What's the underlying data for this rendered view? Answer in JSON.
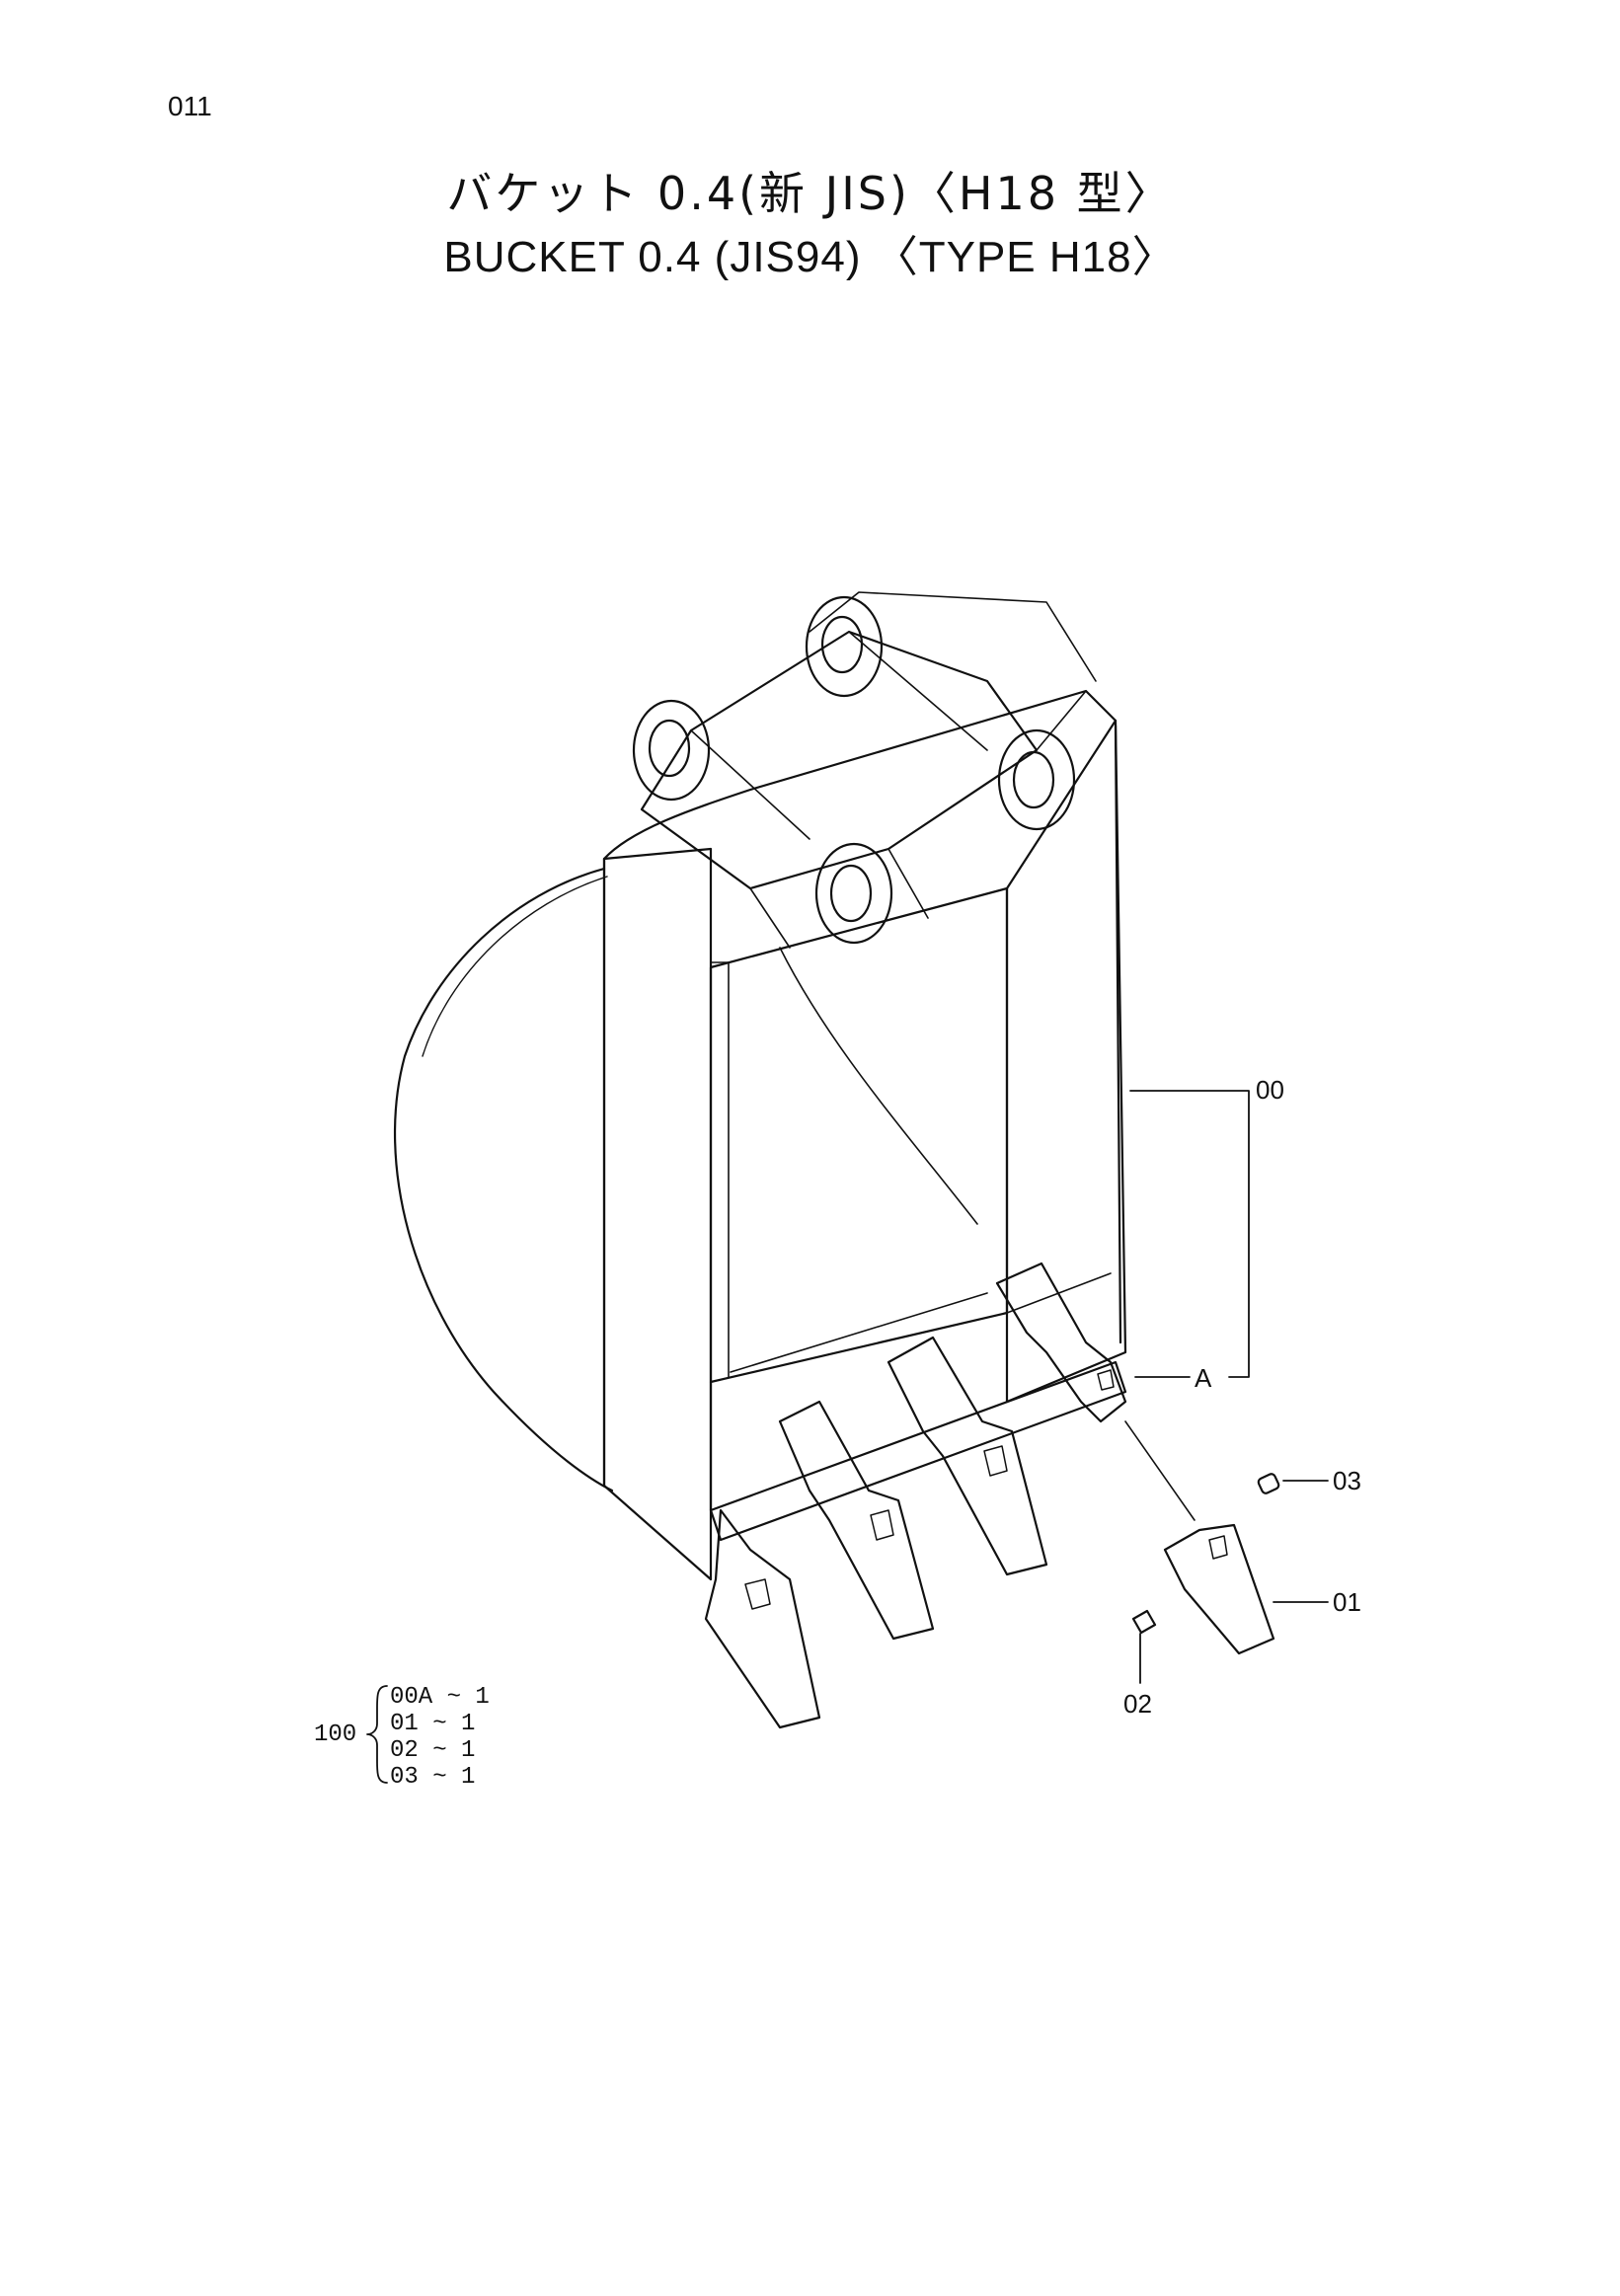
{
  "page_number": "011",
  "title_jp": "バケット 0.4(新 JIS)〈H18 型〉",
  "title_en": "BUCKET  0.4 (JIS94) 〈TYPE  H18〉",
  "callouts": {
    "assembly": "00",
    "detail_ref": "A",
    "pin": "03",
    "tooth": "01",
    "lock": "02"
  },
  "kit": {
    "number": "100",
    "items": [
      "00A ~ 1",
      "01   ~ 1",
      "02   ~ 1",
      "03   ~ 1"
    ]
  }
}
